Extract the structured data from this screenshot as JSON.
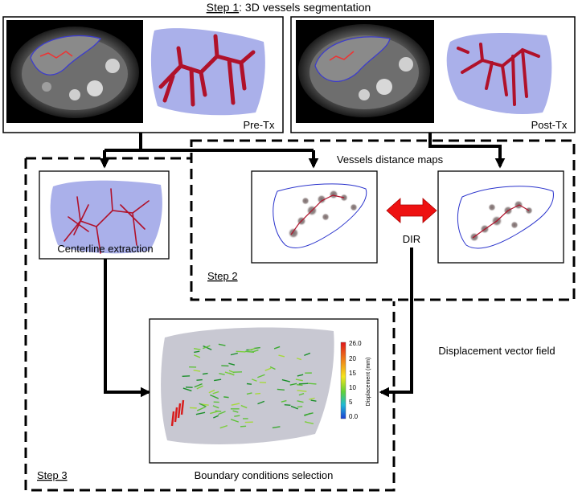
{
  "title": {
    "underlined": "Step 1",
    "rest": ": 3D vessels segmentation"
  },
  "panels": {
    "pre_tx_label": "Pre-Tx",
    "post_tx_label": "Post-Tx",
    "centerline_label": "Centerline extraction",
    "distance_maps_label": "Vessels distance maps",
    "dir_label": "DIR",
    "displacement_label": "Displacement vector field",
    "boundary_label": "Boundary conditions selection",
    "step2_label": "Step 2",
    "step3_label": "Step 3"
  },
  "colorbar": {
    "title": "Displacement (mm)",
    "ticks": [
      "26.0",
      "20",
      "15",
      "10",
      "5",
      "0.0"
    ],
    "colors": [
      "#e0171b",
      "#f08a1a",
      "#f4e51c",
      "#5fd13a",
      "#1fb9d6",
      "#1b3fd4"
    ]
  },
  "colors": {
    "liver": "#aab0ea",
    "vessel": "#b0112a",
    "arrow_red": "#ee1111",
    "dashed": "#000000"
  }
}
